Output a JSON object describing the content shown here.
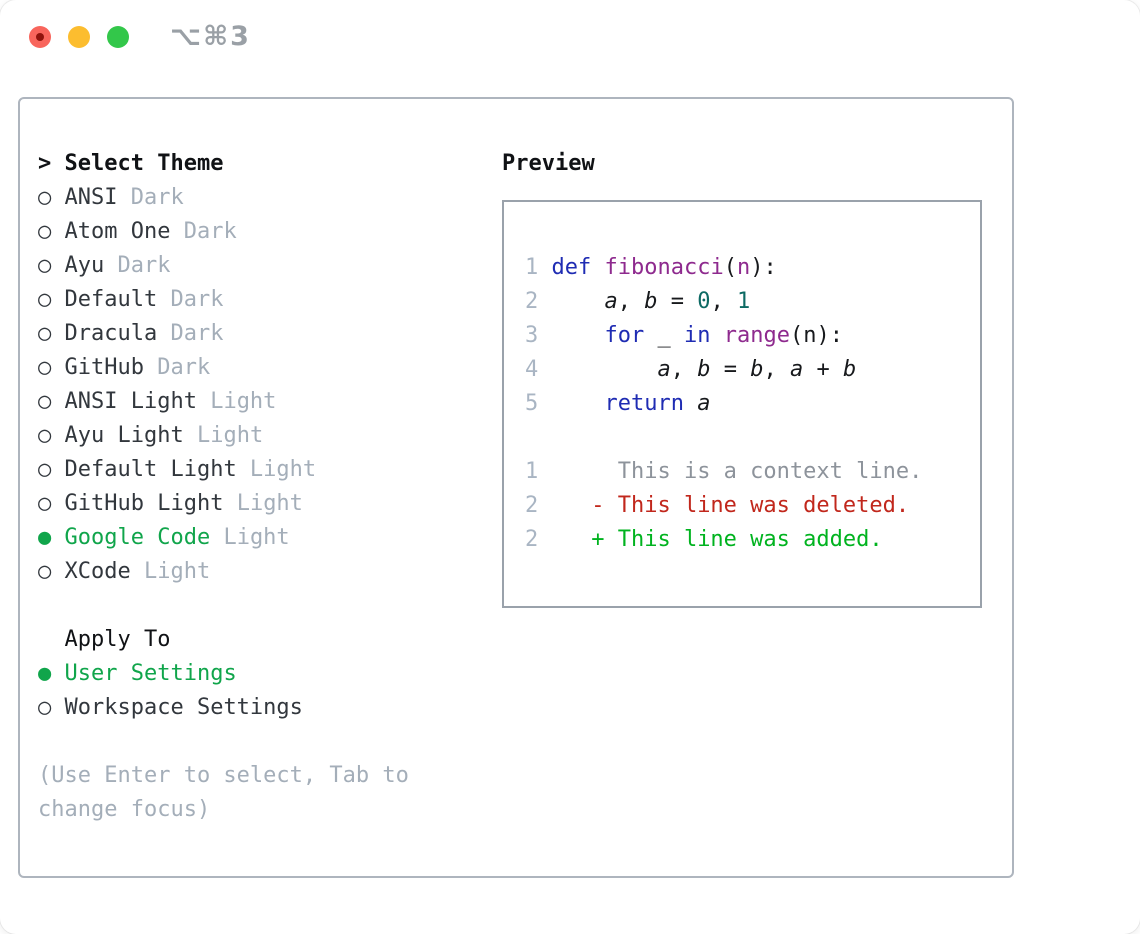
{
  "window": {
    "shortcut": "⌥⌘3"
  },
  "colors": {
    "accent_green": "#10a54b",
    "muted_gray": "#a4aeb9",
    "item_text": "#32373d",
    "title_text": "#101215",
    "keyword_blue": "#1f2cb3",
    "function_purple": "#8e2a8e",
    "literal_teal": "#0d6a64",
    "line_number": "#a9b5c3",
    "diff_context": "#8d939b",
    "diff_deleted": "#c1271c",
    "diff_added": "#00b31f",
    "outer_border": "#aeb5be",
    "preview_border": "#9aa2ab",
    "traffic_red": "#f8655c",
    "traffic_red_dot": "#8f130c",
    "traffic_yellow": "#fcbd2f",
    "traffic_green": "#33c74a",
    "shortcut_gray": "#9aa0a6"
  },
  "theme_panel": {
    "title_prefix": ">",
    "title": "Select Theme",
    "radio_unselected": "○",
    "radio_selected": "●",
    "items": [
      {
        "name": "ANSI",
        "variant": "Dark",
        "selected": false
      },
      {
        "name": "Atom One",
        "variant": "Dark",
        "selected": false
      },
      {
        "name": "Ayu",
        "variant": "Dark",
        "selected": false
      },
      {
        "name": "Default",
        "variant": "Dark",
        "selected": false
      },
      {
        "name": "Dracula",
        "variant": "Dark",
        "selected": false
      },
      {
        "name": "GitHub",
        "variant": "Dark",
        "selected": false
      },
      {
        "name": "ANSI Light",
        "variant": "Light",
        "selected": false
      },
      {
        "name": "Ayu Light",
        "variant": "Light",
        "selected": false
      },
      {
        "name": "Default Light",
        "variant": "Light",
        "selected": false
      },
      {
        "name": "GitHub Light",
        "variant": "Light",
        "selected": false
      },
      {
        "name": "Google Code",
        "variant": "Light",
        "selected": true
      },
      {
        "name": "XCode",
        "variant": "Light",
        "selected": false
      }
    ],
    "apply_to": {
      "title": "Apply To",
      "options": [
        {
          "name": "User Settings",
          "selected": true
        },
        {
          "name": "Workspace Settings",
          "selected": false
        }
      ]
    },
    "help_text": "(Use Enter to select, Tab to change focus)"
  },
  "preview": {
    "title": "Preview",
    "code_lines": [
      {
        "num": "1",
        "tokens": [
          {
            "text": "def",
            "type": "keyword"
          },
          {
            "text": " ",
            "type": "plain"
          },
          {
            "text": "fibonacci",
            "type": "function"
          },
          {
            "text": "(",
            "type": "plain"
          },
          {
            "text": "n",
            "type": "function"
          },
          {
            "text": "):",
            "type": "plain"
          }
        ]
      },
      {
        "num": "2",
        "tokens": [
          {
            "text": "    ",
            "type": "plain"
          },
          {
            "text": "a",
            "type": "variable"
          },
          {
            "text": ", ",
            "type": "plain"
          },
          {
            "text": "b",
            "type": "variable"
          },
          {
            "text": " = ",
            "type": "plain"
          },
          {
            "text": "0",
            "type": "literal"
          },
          {
            "text": ", ",
            "type": "plain"
          },
          {
            "text": "1",
            "type": "literal"
          }
        ]
      },
      {
        "num": "3",
        "tokens": [
          {
            "text": "    ",
            "type": "plain"
          },
          {
            "text": "for",
            "type": "keyword"
          },
          {
            "text": " _ ",
            "type": "plain"
          },
          {
            "text": "in",
            "type": "keyword"
          },
          {
            "text": " ",
            "type": "plain"
          },
          {
            "text": "range",
            "type": "function"
          },
          {
            "text": "(n):",
            "type": "plain"
          }
        ]
      },
      {
        "num": "4",
        "tokens": [
          {
            "text": "        ",
            "type": "plain"
          },
          {
            "text": "a",
            "type": "variable"
          },
          {
            "text": ", ",
            "type": "plain"
          },
          {
            "text": "b",
            "type": "variable"
          },
          {
            "text": " = ",
            "type": "plain"
          },
          {
            "text": "b",
            "type": "variable"
          },
          {
            "text": ", ",
            "type": "plain"
          },
          {
            "text": "a",
            "type": "variable"
          },
          {
            "text": " + ",
            "type": "plain"
          },
          {
            "text": "b",
            "type": "variable"
          }
        ]
      },
      {
        "num": "5",
        "tokens": [
          {
            "text": "    ",
            "type": "plain"
          },
          {
            "text": "return",
            "type": "keyword"
          },
          {
            "text": " ",
            "type": "plain"
          },
          {
            "text": "a",
            "type": "variable"
          }
        ]
      }
    ],
    "diff_lines": [
      {
        "num": "1",
        "marker": "",
        "text": "This is a context line.",
        "type": "context"
      },
      {
        "num": "2",
        "marker": "-",
        "text": "This line was deleted.",
        "type": "deleted"
      },
      {
        "num": "2",
        "marker": "+",
        "text": "This line was added.",
        "type": "added"
      }
    ]
  }
}
